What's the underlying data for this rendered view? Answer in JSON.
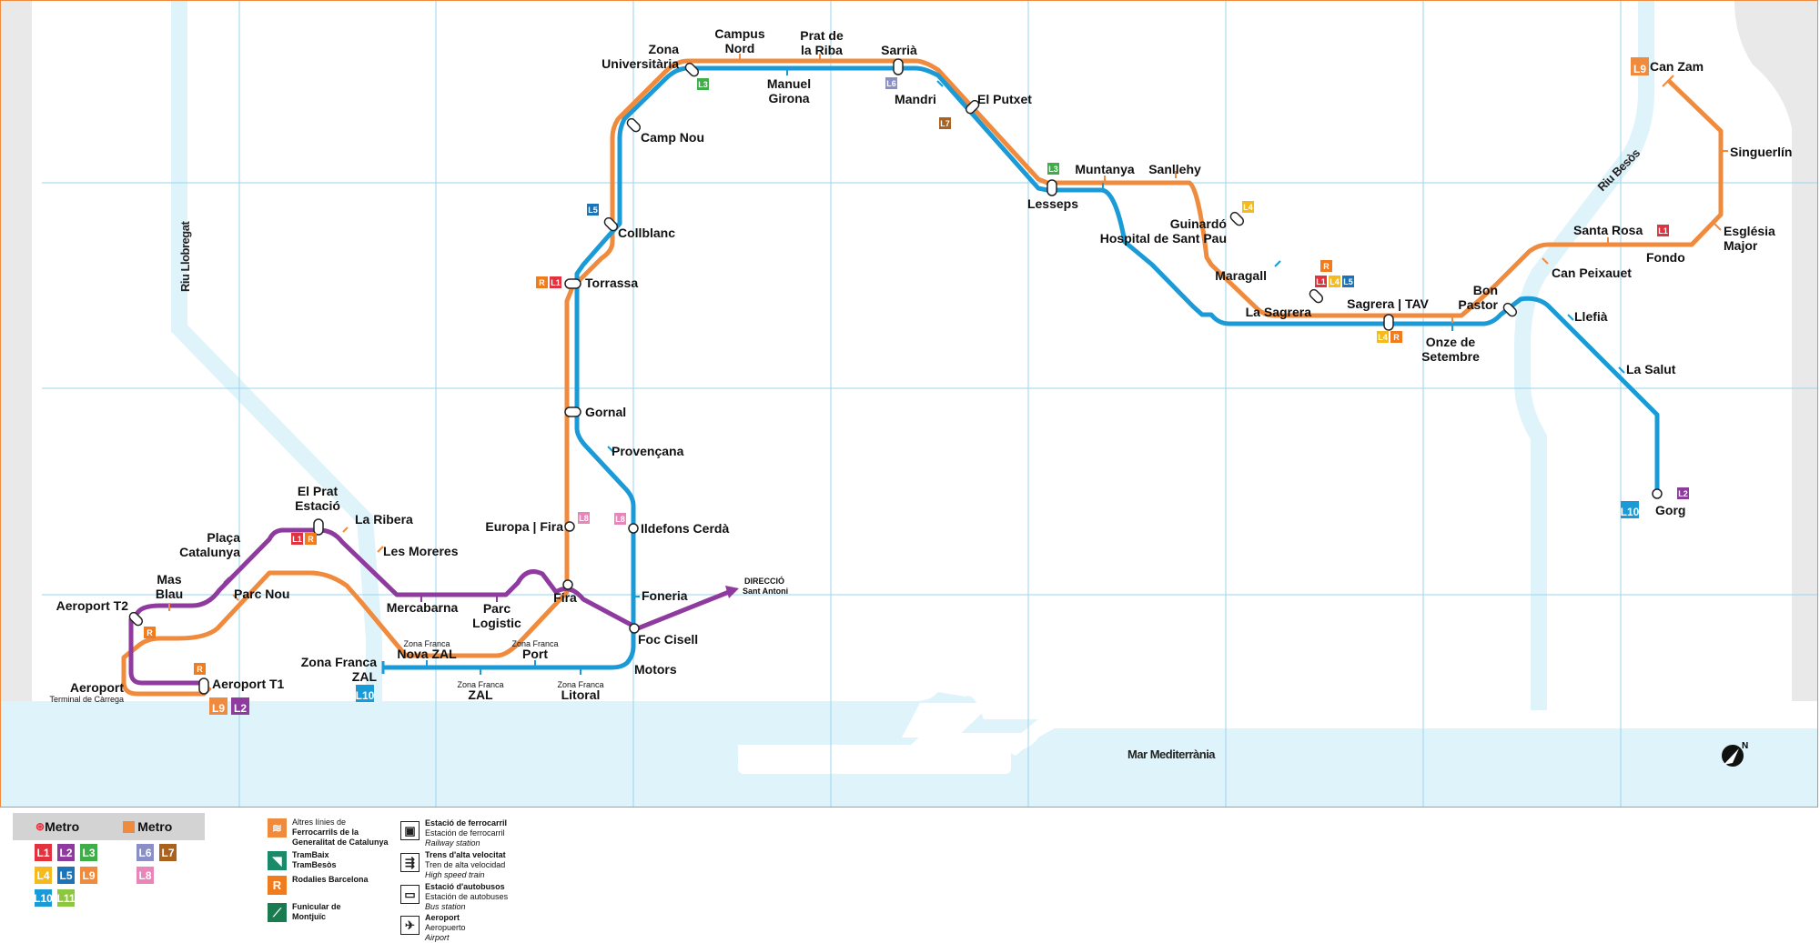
{
  "map": {
    "colors": {
      "l9_orange": "#f08a3c",
      "l10_blue": "#1a9ad6",
      "l2_purple": "#8e3a9e",
      "river_blue": "#dff3fb",
      "grid_blue": "#9ad6ee",
      "land_grey": "#e9e9e9"
    },
    "stations": [
      {
        "id": "can-zam",
        "label": [
          "Can Zam"
        ]
      },
      {
        "id": "singuerlin",
        "label": [
          "Singuerlín"
        ]
      },
      {
        "id": "esglesia-major",
        "label": [
          "Església",
          "Major"
        ]
      },
      {
        "id": "fondo",
        "label": [
          "Fondo"
        ]
      },
      {
        "id": "santa-rosa",
        "label": [
          "Santa Rosa"
        ]
      },
      {
        "id": "can-peixauet",
        "label": [
          "Can Peixauet"
        ]
      },
      {
        "id": "bon-pastor",
        "label": [
          "Bon",
          "Pastor"
        ]
      },
      {
        "id": "llefia",
        "label": [
          "Llefià"
        ]
      },
      {
        "id": "la-salut",
        "label": [
          "La Salut"
        ]
      },
      {
        "id": "gorg",
        "label": [
          "Gorg"
        ]
      },
      {
        "id": "onze-de-setembre",
        "label": [
          "Onze de",
          "Setembre"
        ]
      },
      {
        "id": "sagrera-tav",
        "label": [
          "Sagrera | TAV"
        ]
      },
      {
        "id": "la-sagrera",
        "label": [
          "La Sagrera"
        ]
      },
      {
        "id": "maragall",
        "label": [
          "Maragall"
        ]
      },
      {
        "id": "guinardo",
        "label": [
          "Guinardó",
          "Hospital de Sant Pau"
        ]
      },
      {
        "id": "sanllehy",
        "label": [
          "Sanllehy"
        ]
      },
      {
        "id": "muntanya",
        "label": [
          "Muntanya"
        ]
      },
      {
        "id": "lesseps",
        "label": [
          "Lesseps"
        ]
      },
      {
        "id": "el-putxet",
        "label": [
          "El Putxet"
        ]
      },
      {
        "id": "mandri",
        "label": [
          "Mandri"
        ]
      },
      {
        "id": "sarria",
        "label": [
          "Sarrià"
        ]
      },
      {
        "id": "prat-de-la-riba",
        "label": [
          "Prat de",
          "la Riba"
        ]
      },
      {
        "id": "manuel-girona",
        "label": [
          "Manuel",
          "Girona"
        ]
      },
      {
        "id": "campus-nord",
        "label": [
          "Campus",
          "Nord"
        ]
      },
      {
        "id": "zona-universitaria",
        "label": [
          "Zona",
          "Universitària"
        ]
      },
      {
        "id": "camp-nou",
        "label": [
          "Camp Nou"
        ]
      },
      {
        "id": "collblanc",
        "label": [
          "Collblanc"
        ]
      },
      {
        "id": "torrassa",
        "label": [
          "Torrassa"
        ]
      },
      {
        "id": "gornal",
        "label": [
          "Gornal"
        ]
      },
      {
        "id": "provencana",
        "label": [
          "Provençana"
        ]
      },
      {
        "id": "europa-fira",
        "label": [
          "Europa | Fira"
        ]
      },
      {
        "id": "ildefons-cerda",
        "label": [
          "Ildefons Cerdà"
        ]
      },
      {
        "id": "foneria",
        "label": [
          "Foneria"
        ]
      },
      {
        "id": "foc-cisell",
        "label": [
          "Foc Cisell"
        ]
      },
      {
        "id": "motors",
        "label": [
          "Motors"
        ]
      },
      {
        "id": "fira",
        "label": [
          "Fira"
        ]
      },
      {
        "id": "parc-logistic",
        "label": [
          "Parc",
          "Logistic"
        ]
      },
      {
        "id": "mercabarna",
        "label": [
          "Mercabarna"
        ]
      },
      {
        "id": "les-moreres",
        "label": [
          "Les Moreres"
        ]
      },
      {
        "id": "la-ribera",
        "label": [
          "La Ribera"
        ]
      },
      {
        "id": "el-prat-estacio",
        "label": [
          "El Prat",
          "Estació"
        ]
      },
      {
        "id": "placa-catalunya",
        "label": [
          "Plaça",
          "Catalunya"
        ]
      },
      {
        "id": "parc-nou",
        "label": [
          "Parc Nou"
        ]
      },
      {
        "id": "mas-blau",
        "label": [
          "Mas",
          "Blau"
        ]
      },
      {
        "id": "aeroport-t2",
        "label": [
          "Aeroport T2"
        ]
      },
      {
        "id": "aeroport",
        "label": [
          "Aeroport"
        ],
        "sub": "Terminal de Càrrega"
      },
      {
        "id": "aeroport-t1",
        "label": [
          "Aeroport T1"
        ]
      },
      {
        "id": "zona-franca-zal",
        "label": [
          "Zona Franca",
          "ZAL"
        ]
      },
      {
        "id": "nova-zal",
        "label": [
          "Nova ZAL"
        ],
        "sub": "Zona Franca"
      },
      {
        "id": "zal",
        "label": [
          "ZAL"
        ],
        "sub": "Zona Franca"
      },
      {
        "id": "port",
        "label": [
          "Port"
        ],
        "sub": "Zona Franca"
      },
      {
        "id": "litoral",
        "label": [
          "Litoral"
        ],
        "sub": "Zona Franca"
      }
    ],
    "direction": {
      "line1": "DIRECCIÓ",
      "line2": "Sant Antoni"
    },
    "water_labels": {
      "llobregat": "Riu Llobregat",
      "besos": "Riu Besòs",
      "sea": "Mar Mediterrània"
    },
    "north": "N",
    "badges": {
      "L1": "L1",
      "L2": "L2",
      "L3": "L3",
      "L4": "L4",
      "L5": "L5",
      "L6": "L6",
      "L7": "L7",
      "L8": "L8",
      "L9": "L9",
      "L10": "L10",
      "L11": "L11",
      "R": "R"
    }
  },
  "legend": {
    "metro_tmb": "Metro",
    "metro_fgc": "Metro",
    "tmb_lines": [
      {
        "label": "L1",
        "color": "#e2323e"
      },
      {
        "label": "L2",
        "color": "#8e3a9e"
      },
      {
        "label": "L3",
        "color": "#3fae49"
      },
      {
        "label": "L4",
        "color": "#f4bb1a"
      },
      {
        "label": "L5",
        "color": "#1a74b8"
      },
      {
        "label": "L9",
        "color": "#f08a3c"
      },
      {
        "label": "L10",
        "color": "#1a9ad6"
      },
      {
        "label": "L11",
        "color": "#8dc63f"
      }
    ],
    "fgc_lines": [
      {
        "label": "L6",
        "color": "#8a8fc7"
      },
      {
        "label": "L7",
        "color": "#a9631f"
      },
      {
        "label": "L8",
        "color": "#e886b9"
      }
    ],
    "items_col1": [
      {
        "icon": "fgc",
        "l1": "Altres línies de",
        "l2": "Ferrocarrils de la",
        "l3": "Generalitat de Catalunya"
      },
      {
        "icon": "tram",
        "l1": "TramBaix",
        "l2": "TramBesòs"
      },
      {
        "icon": "rodalies",
        "l1": "Rodalies Barcelona"
      },
      {
        "icon": "funicular",
        "l1": "Funicular de",
        "l2": "Montjuïc"
      }
    ],
    "items_col2": [
      {
        "icon": "train",
        "b": "Estació de ferrocarril",
        "s": "Estación de ferrocarril",
        "e": "Railway station"
      },
      {
        "icon": "hst",
        "b": "Trens d'alta velocitat",
        "s": "Tren de alta velocidad",
        "e": "High speed train"
      },
      {
        "icon": "bus",
        "b": "Estació d'autobusos",
        "s": "Estación de autobuses",
        "e": "Bus station"
      },
      {
        "icon": "plane",
        "b": "Aeroport",
        "s": "Aeropuerto",
        "e": "Airport"
      }
    ]
  }
}
